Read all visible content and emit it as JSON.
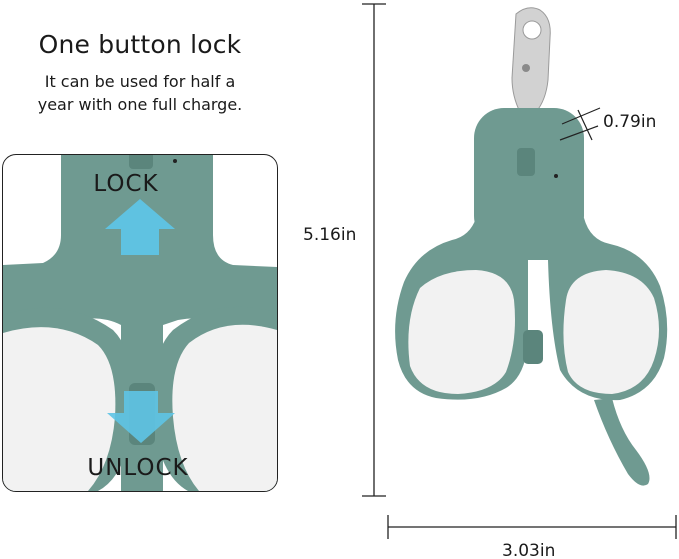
{
  "heading": {
    "title": "One button lock",
    "subtitle_line1": "It can be used for half a",
    "subtitle_line2": "year with one full charge."
  },
  "detail": {
    "lock_label": "LOCK",
    "unlock_label": "UNLOCK"
  },
  "dimensions": {
    "height": "5.16in",
    "width": "3.03in",
    "thickness": "0.79in"
  },
  "colors": {
    "body_green": "#6f9a91",
    "handle_inner": "#f2f2f2",
    "arrow_blue": "#5ec4e6",
    "blade_metal": "#c9c9c9"
  }
}
